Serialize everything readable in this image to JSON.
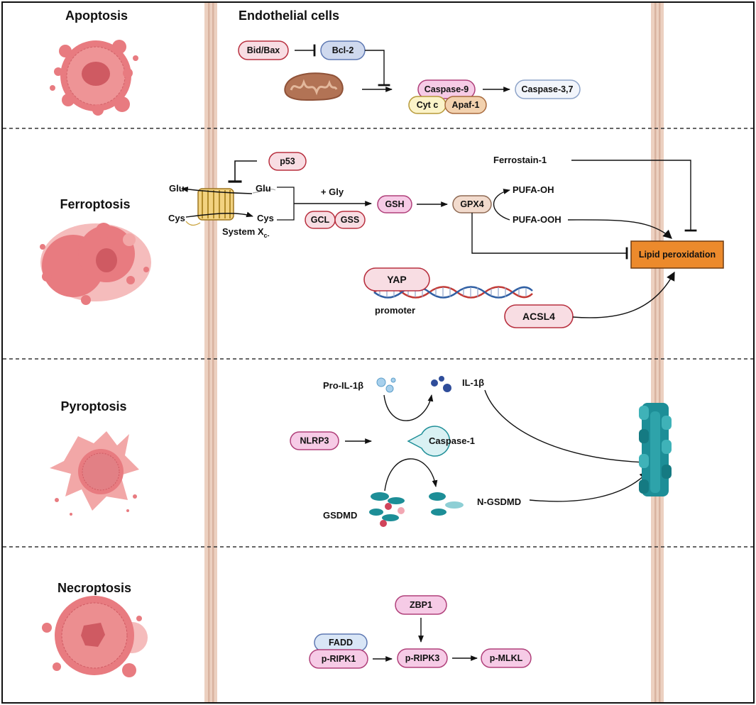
{
  "header": {
    "title": "Endothelial cells"
  },
  "sections": {
    "apoptosis": "Apoptosis",
    "ferroptosis": "Ferroptosis",
    "pyroptosis": "Pyroptosis",
    "necroptosis": "Necroptosis"
  },
  "apoptosis": {
    "bid_bax": "Bid/Bax",
    "bcl2": "Bcl-2",
    "caspase9": "Caspase-9",
    "cytc": "Cyt c",
    "apaf1": "Apaf-1",
    "caspase37": "Caspase-3,7"
  },
  "ferroptosis": {
    "p53": "p53",
    "glu_out": "Glu",
    "glu_in": "Glu",
    "cys_out": "Cys",
    "cys_in": "Cys",
    "system_xc": "System X",
    "system_xc_sub": "c-",
    "gly": "+ Gly",
    "gcl": "GCL",
    "gss": "GSS",
    "gsh": "GSH",
    "gpx4": "GPX4",
    "pufa_oh": "PUFA-OH",
    "pufa_ooh": "PUFA-OOH",
    "ferrostain": "Ferrostain-1",
    "lipid_perox": "Lipid peroxidation",
    "yap": "YAP",
    "promoter": "promoter",
    "acsl4": "ACSL4"
  },
  "pyroptosis": {
    "pro_il1b": "Pro-IL-1β",
    "il1b": "IL-1β",
    "nlrp3": "NLRP3",
    "caspase1": "Caspase-1",
    "gsdmd": "GSDMD",
    "n_gsdmd": "N-GSDMD"
  },
  "necroptosis": {
    "zbp1": "ZBP1",
    "fadd": "FADD",
    "p_ripk1": "p-RIPK1",
    "p_ripk3": "p-RIPK3",
    "p_mlkl": "p-MLKL"
  },
  "colors": {
    "pink_fill": "#f8dde3",
    "pink_stroke": "#b8303f",
    "magenta_fill": "#f6cbe6",
    "magenta_stroke": "#b0407a",
    "blue_fill": "#cfd9ee",
    "blue_stroke": "#5f79b3",
    "yellow_fill": "#fbf3c8",
    "tan_fill": "#f2d1ae",
    "lipid_fill": "#ec8a2c",
    "teal": "#1d8e97",
    "membrane": "#ecd0c0",
    "cell_pink": "#e87b80"
  },
  "icons": [
    "mitochondrion-icon",
    "dna-helix-icon",
    "transporter-icon",
    "pore-channel-icon",
    "caspase-1-icon",
    "cell-icon"
  ]
}
